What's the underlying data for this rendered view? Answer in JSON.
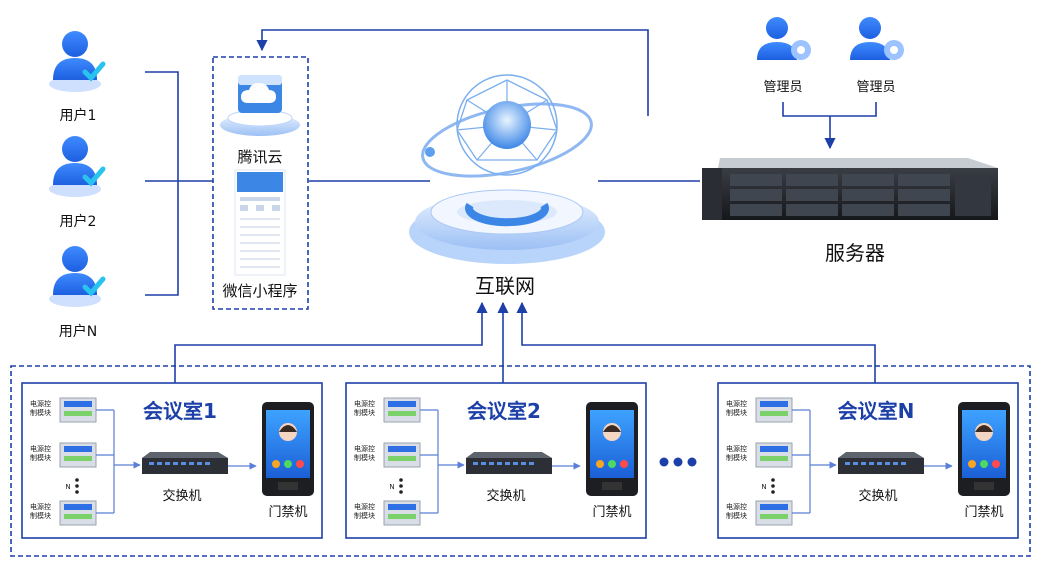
{
  "users": [
    {
      "label": "用户1"
    },
    {
      "label": "用户2"
    },
    {
      "label": "用户N"
    }
  ],
  "cloud": {
    "label": "腾讯云",
    "app_label": "微信小程序"
  },
  "internet": {
    "label": "互联网"
  },
  "server": {
    "label": "服务器"
  },
  "admins": [
    {
      "label": "管理员"
    },
    {
      "label": "管理员"
    }
  ],
  "rooms": [
    {
      "title": "会议室1",
      "module_label_top": "电源控",
      "module_label_bottom": "制模块",
      "ellipsis": "N",
      "switch_label": "交换机",
      "door_label": "门禁机"
    },
    {
      "title": "会议室2",
      "module_label_top": "电源控",
      "module_label_bottom": "制模块",
      "ellipsis": "N",
      "switch_label": "交换机",
      "door_label": "门禁机"
    },
    {
      "title": "会议室N",
      "module_label_top": "电源控",
      "module_label_bottom": "制模块",
      "ellipsis": "N",
      "switch_label": "交换机",
      "door_label": "门禁机"
    }
  ],
  "colors": {
    "line": "#1d3fa8",
    "accent": "#2f6fe6",
    "icon_light": "#9cc3ff"
  }
}
